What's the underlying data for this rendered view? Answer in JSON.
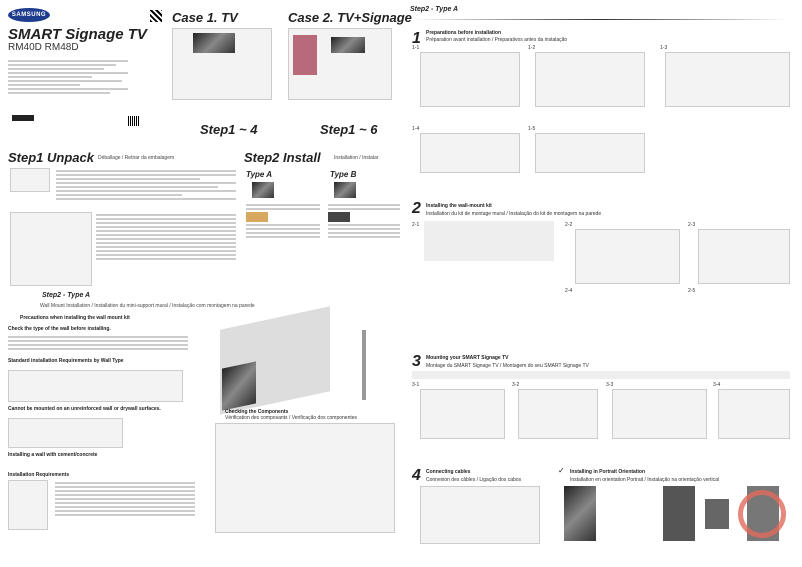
{
  "cover": {
    "brand": "SAMSUNG",
    "title": "SMART Signage TV",
    "models": "RM40D RM48D",
    "case1": "Case 1. TV",
    "case2": "Case 2. TV+Signage",
    "case1_steps": "Step1 ~ 4",
    "case2_steps": "Step1 ~ 6"
  },
  "unpack": {
    "title": "Step1 Unpack",
    "subtitle": "Déballage / Retirar da embalagem"
  },
  "install": {
    "title": "Step2 Install",
    "subtitle": "Installation / Instalar",
    "type_a": "Type A",
    "type_b": "Type B"
  },
  "wall": {
    "title": "Step2 - Type A",
    "heading": "Wall Mount Installation / Installation du mini-support mural / Instalação com montagem na parede",
    "precautions": "Precautions when installing the wall mount kit",
    "check_wall": "Check the type of the wall before installing.",
    "requirements": "Standard installation Requirements by Wall Type",
    "cannot": "Cannot be mounted on an unreinforced wall or drywall surfaces.",
    "cement": "Installing a wall with cement/concrete",
    "install_req": "Installation Requirements",
    "components": "Checking the Components",
    "components_fr_pt": "Vérification des composants / Verificação dos componentes"
  },
  "right": {
    "title": "Step2 - Type A",
    "s1": {
      "num": "1",
      "title": "Preparations before installation",
      "sub": "Préparation avant installation / Preparativos antes da instalação",
      "steps": [
        "1-1",
        "1-2",
        "1-3",
        "1-4",
        "1-5"
      ]
    },
    "s2": {
      "num": "2",
      "title": "Installing the wall-mount kit",
      "sub": "Installation du kit de montage mural / Instalação do kit de montagem na parede",
      "steps": [
        "2-1",
        "2-2",
        "2-3",
        "2-4",
        "2-5"
      ]
    },
    "s3": {
      "num": "3",
      "title": "Mounting your SMART Signage TV",
      "sub": "Montage du SMART Signage TV / Montagem do seu SMART Signage TV",
      "steps": [
        "3-1",
        "3-2",
        "3-3",
        "3-4"
      ]
    },
    "s4": {
      "num": "4",
      "title": "Connecting cables",
      "sub": "Connexion des câbles / Ligação dos cabos"
    },
    "portrait": {
      "title": "Installing in Portrait Orientation",
      "sub": "Installation en orientation Portrait / Instalação na orientação vertical"
    }
  },
  "colors": {
    "brand": "#1f3d8f",
    "prohibit": "#e06a5a"
  }
}
